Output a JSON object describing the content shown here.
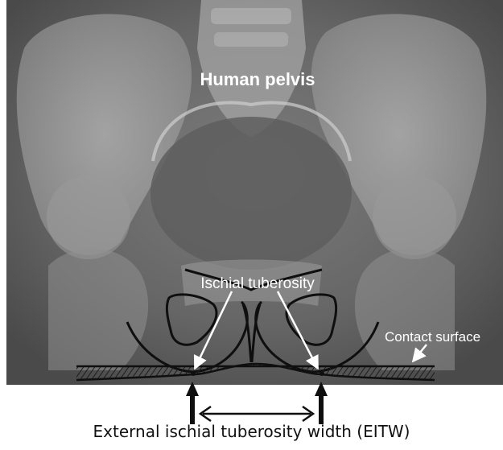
{
  "labels": {
    "title": "Human pelvis",
    "ischial": "Ischial tuberosity",
    "contact": "Contact surface",
    "caption": "External ischial tuberosity width (EITW)"
  },
  "colors": {
    "xray_dark": "#3a3a3a",
    "xray_mid": "#8a8a8a",
    "xray_light": "#d0d0d0",
    "outline": "#0f0f0f",
    "annotation_text": "#ffffff"
  }
}
